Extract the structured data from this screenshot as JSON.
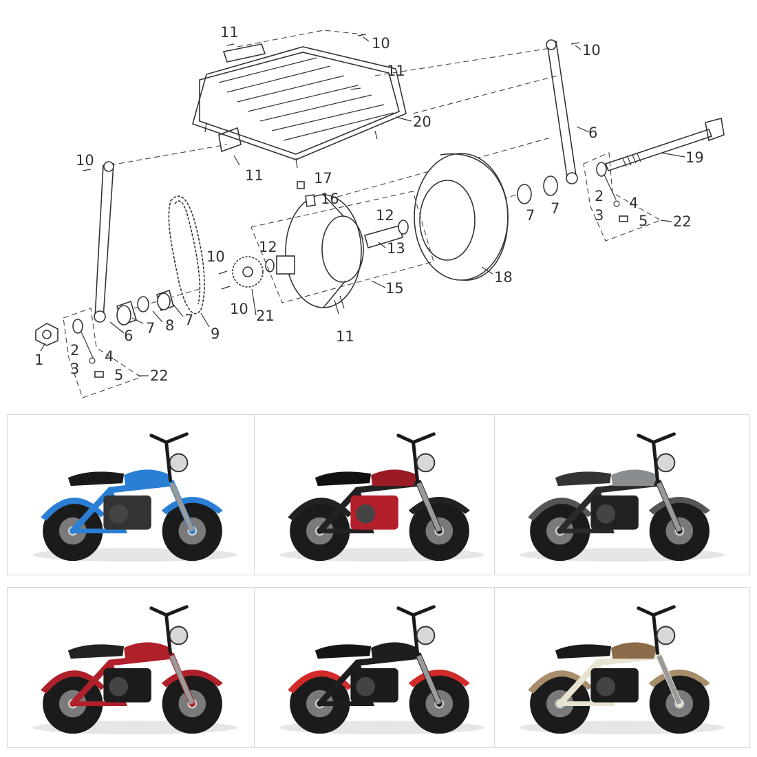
{
  "diagram": {
    "callouts": [
      {
        "id": "c1",
        "text": "1"
      },
      {
        "id": "c2a",
        "text": "2"
      },
      {
        "id": "c2b",
        "text": "2"
      },
      {
        "id": "c3a",
        "text": "3"
      },
      {
        "id": "c3b",
        "text": "3"
      },
      {
        "id": "c4a",
        "text": "4"
      },
      {
        "id": "c4b",
        "text": "4"
      },
      {
        "id": "c5a",
        "text": "5"
      },
      {
        "id": "c5b",
        "text": "5"
      },
      {
        "id": "c6a",
        "text": "6"
      },
      {
        "id": "c6b",
        "text": "6"
      },
      {
        "id": "c7a",
        "text": "7"
      },
      {
        "id": "c7b",
        "text": "7"
      },
      {
        "id": "c7c",
        "text": "7"
      },
      {
        "id": "c7d",
        "text": "7"
      },
      {
        "id": "c8",
        "text": "8"
      },
      {
        "id": "c9",
        "text": "9"
      },
      {
        "id": "c10a",
        "text": "10"
      },
      {
        "id": "c10b",
        "text": "10"
      },
      {
        "id": "c10c",
        "text": "10"
      },
      {
        "id": "c10d",
        "text": "10"
      },
      {
        "id": "c10e",
        "text": "10"
      },
      {
        "id": "c11a",
        "text": "11"
      },
      {
        "id": "c11b",
        "text": "11"
      },
      {
        "id": "c11c",
        "text": "11"
      },
      {
        "id": "c11d",
        "text": "11"
      },
      {
        "id": "c12a",
        "text": "12"
      },
      {
        "id": "c12b",
        "text": "12"
      },
      {
        "id": "c13",
        "text": "13"
      },
      {
        "id": "c15",
        "text": "15"
      },
      {
        "id": "c16",
        "text": "16"
      },
      {
        "id": "c17",
        "text": "17"
      },
      {
        "id": "c18",
        "text": "18"
      },
      {
        "id": "c19",
        "text": "19"
      },
      {
        "id": "c20",
        "text": "20"
      },
      {
        "id": "c21",
        "text": "21"
      },
      {
        "id": "c22a",
        "text": "22"
      },
      {
        "id": "c22b",
        "text": "22"
      }
    ]
  },
  "photos": [
    {
      "name": "photo-blue-minibike",
      "frame": "#2a7fd4",
      "seat": "#1a1a1a",
      "tank": "#2a7fd4",
      "fender": "#2a7fd4",
      "engine": "#333333"
    },
    {
      "name": "photo-red-black-minibike",
      "frame": "#222222",
      "seat": "#111111",
      "tank": "#9b1b24",
      "fender": "#222222",
      "engine": "#b3202c"
    },
    {
      "name": "photo-grey-minibike",
      "frame": "#2a2a2a",
      "seat": "#333333",
      "tank": "#8a8d90",
      "fender": "#555555",
      "engine": "#222222"
    },
    {
      "name": "photo-red-frame-minibike",
      "frame": "#b0202a",
      "seat": "#222222",
      "tank": "#b0202a",
      "fender": "#b0202a",
      "engine": "#1c1c1c"
    },
    {
      "name": "photo-black-red-minibike",
      "frame": "#1e1e1e",
      "seat": "#151515",
      "tank": "#1e1e1e",
      "fender": "#d32a2a",
      "engine": "#1c1c1c"
    },
    {
      "name": "photo-camo-minibike",
      "frame": "#e8e2d0",
      "seat": "#1a1a1a",
      "tank": "#8b6b4a",
      "fender": "#a88d6a",
      "engine": "#1c1c1c"
    }
  ]
}
